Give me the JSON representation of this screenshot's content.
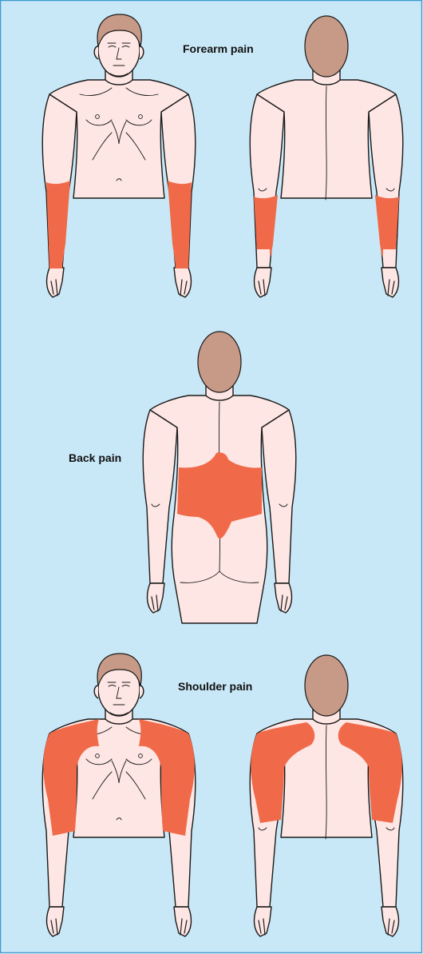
{
  "colors": {
    "background": "#c9e8f7",
    "border": "#3d9bd1",
    "skin": "#fde6e3",
    "pain": "#f06a4a",
    "hair": "#c79a87"
  },
  "panels": [
    {
      "label": "Forearm pain",
      "views": [
        "front",
        "back"
      ],
      "pain_region": "forearms"
    },
    {
      "label": "Back pain",
      "views": [
        "back"
      ],
      "pain_region": "lower-back"
    },
    {
      "label": "Shoulder pain",
      "views": [
        "front",
        "back"
      ],
      "pain_region": "shoulders-upper-arms"
    }
  ]
}
